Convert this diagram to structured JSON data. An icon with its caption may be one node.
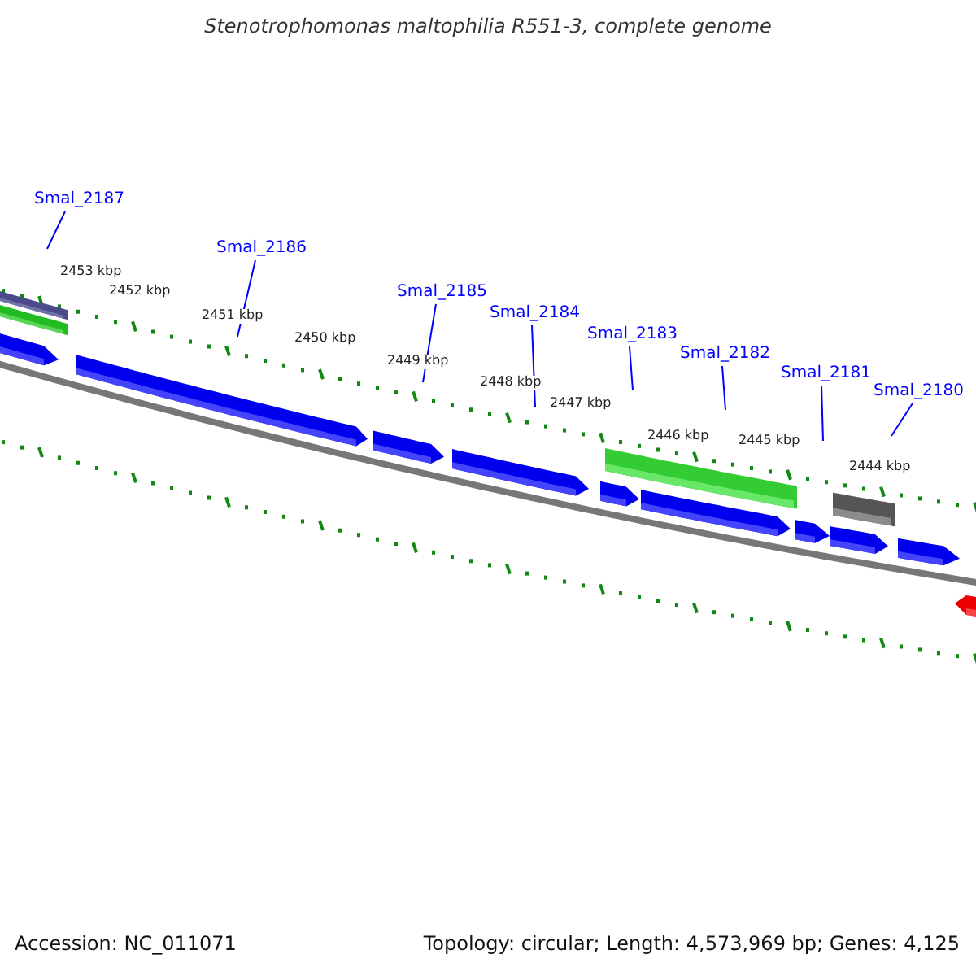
{
  "diagram": {
    "title": "Stenotrophomonas maltophilia R551-3, complete genome",
    "nodes": [
      {
        "text": [
          "Smal_2187"
        ]
      },
      {
        "text": [
          "Smal_2186"
        ]
      },
      {
        "text": [
          "Smal_2185"
        ]
      },
      {
        "text": [
          "Smal_2184"
        ]
      },
      {
        "text": [
          "Smal_2183"
        ]
      },
      {
        "text": [
          "Smal_2182"
        ]
      },
      {
        "text": [
          "Smal_2181"
        ]
      },
      {
        "text": [
          "Smal_2180"
        ]
      }
    ],
    "edges": [
      {
        "from": 0,
        "to": null,
        "arrow": "none"
      },
      {
        "from": 1,
        "to": null,
        "arrow": "none"
      },
      {
        "from": 2,
        "to": null,
        "arrow": "none"
      },
      {
        "from": 3,
        "to": null,
        "arrow": "none"
      },
      {
        "from": 4,
        "to": null,
        "arrow": "none"
      },
      {
        "from": 5,
        "to": null,
        "arrow": "none"
      },
      {
        "from": 6,
        "to": null,
        "arrow": "none"
      },
      {
        "from": 7,
        "to": null,
        "arrow": "none"
      }
    ],
    "labels": [
      "2453 kbp",
      "2452 kbp",
      "2451 kbp",
      "2450 kbp",
      "2449 kbp",
      "2448 kbp",
      "2447 kbp",
      "2446 kbp",
      "2445 kbp",
      "2444 kbp",
      "Accession: NC_011071",
      "Topology: circular; Length: 4,573,969 bp; Genes: 4,125"
    ]
  }
}
